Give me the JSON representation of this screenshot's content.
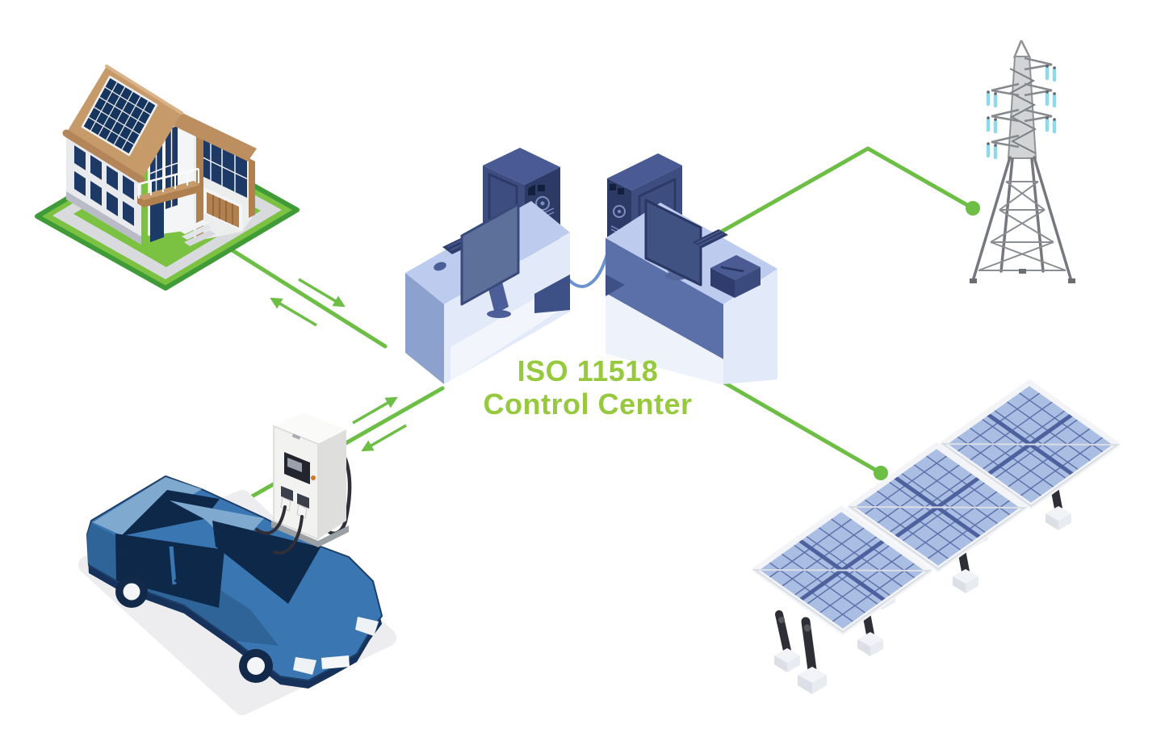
{
  "label": {
    "line1": "ISO 11518",
    "line2": "Control Center"
  },
  "colors": {
    "connector_green": "#6cbe45",
    "label_green": "#97c93e",
    "grass_green": "#7cc242",
    "grass_border_green": "#3f9b37",
    "house_roof_tan": "#c79a6a",
    "rooftop_solar_navy": "#16355e",
    "window_navy": "#1d3a66",
    "desk_top_blue": "#bccbee",
    "desk_front_light": "#e2e9f8",
    "desk_side_blue": "#8da1ce",
    "desk_dark_blue": "#5b6fa9",
    "computer_navy": "#3d4d80",
    "computer_dark_navy": "#2c3a66",
    "cable_navy": "#26345e",
    "cable_blue": "#6d93cf",
    "car_blue": "#3a77b2",
    "car_dark_navy": "#16325a",
    "charger_white": "#f2f2f1",
    "farm_panel_cell_blue": "#aabde3",
    "farm_panel_grid_navy": "#4d619e",
    "pylon_gray": "#8e9196",
    "insulator_blue": "#8ed9ec"
  },
  "nodes": [
    {
      "id": "solar-house",
      "name": "house-with-rooftop-solar"
    },
    {
      "id": "transmission-tower",
      "name": "high-voltage-transmission-tower"
    },
    {
      "id": "control-center",
      "name": "control-center-workstations",
      "label": "ISO 11518 Control Center"
    },
    {
      "id": "ev-charging",
      "name": "electric-car-with-charging-station"
    },
    {
      "id": "solar-farm",
      "name": "ground-mounted-solar-array"
    }
  ],
  "connections": [
    {
      "from": "solar-house",
      "to": "control-center",
      "style": "straight-line",
      "arrows": "bidirectional"
    },
    {
      "from": "ev-charging",
      "to": "control-center",
      "style": "straight-line",
      "arrows": "bidirectional"
    },
    {
      "from": "control-center",
      "to": "transmission-tower",
      "style": "elbow-line",
      "end": "dot"
    },
    {
      "from": "control-center",
      "to": "solar-farm",
      "style": "straight-line",
      "end": "dot"
    }
  ]
}
